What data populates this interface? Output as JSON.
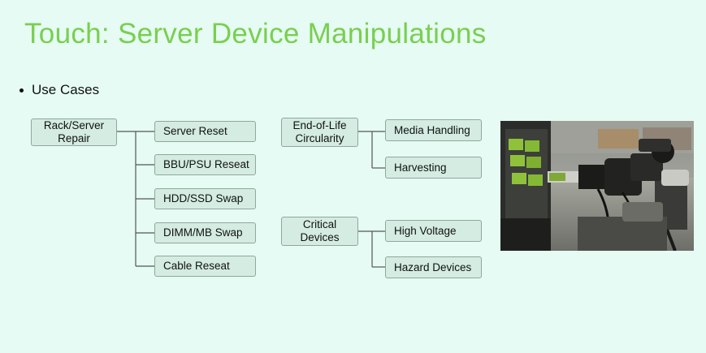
{
  "slide": {
    "title": "Touch: Server Device Manipulations",
    "bullet": "Use Cases"
  },
  "tree": {
    "groups": [
      {
        "label": "Rack/Server Repair",
        "children": [
          "Server Reset",
          "BBU/PSU Reseat",
          "HDD/SSD Swap",
          "DIMM/MB Swap",
          "Cable Reseat"
        ]
      },
      {
        "label": "End-of-Life Circularity",
        "children": [
          "Media Handling",
          "Harvesting"
        ]
      },
      {
        "label": "Critical Devices",
        "children": [
          "High Voltage",
          "Hazard Devices"
        ]
      }
    ]
  },
  "colors": {
    "background": "#e6fbf4",
    "title": "#79cf4f",
    "node_fill": "#d4ece1",
    "node_border": "#8fa79c"
  }
}
